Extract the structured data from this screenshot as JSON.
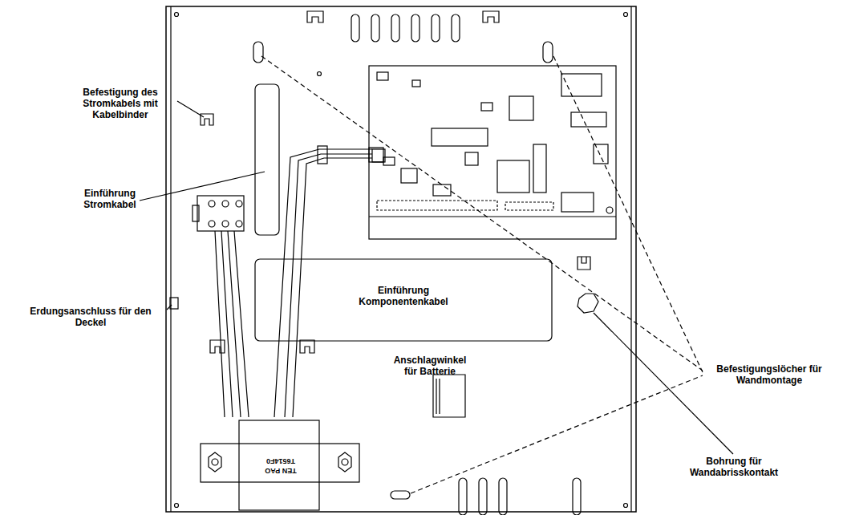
{
  "diagram": {
    "nodes": [
      {
        "text": [
          "Einführung Komponentenkabel"
        ]
      }
    ],
    "labels": [
      "Befestigung des Stromkabels mit Kabelbinder",
      "Einführung Stromkabel",
      "Erdungsanschluss für den Deckel",
      "Anschlagwinkel für Batterie",
      "Befestigungslöcher für Wandmontage",
      "Bohrung für Wandabrisskontakt",
      "TEN PAO",
      "T6514F0"
    ]
  }
}
